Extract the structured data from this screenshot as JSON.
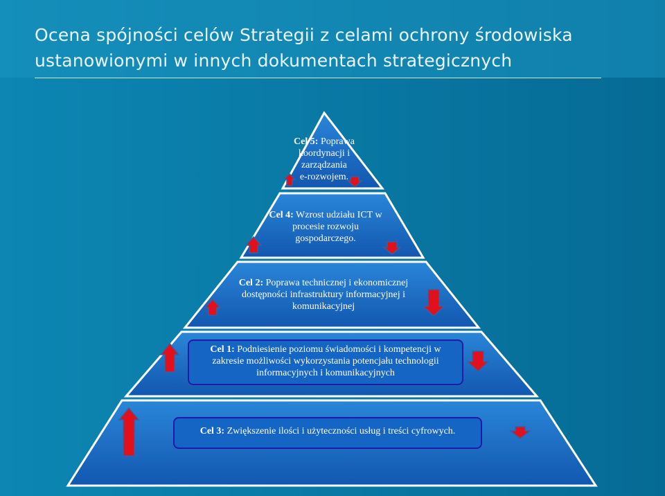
{
  "title": {
    "line1": "Ocena spójności celów Strategii z celami ochrony środowiska",
    "line2": "ustanowionymi w innych dokumentach strategicznych"
  },
  "levels": [
    {
      "label": "Cel 5:",
      "lines": [
        "Poprawa",
        "koordynacji i",
        "zarządzania",
        "e-rozwojem."
      ]
    },
    {
      "label": "Cel 4:",
      "lines": [
        "Wzrost udziału ICT w",
        "procesie rozwoju",
        "gospodarczego."
      ]
    },
    {
      "label": "Cel 2:",
      "lines": [
        "Poprawa technicznej i ekonomicznej",
        "dostępności infrastruktury informacyjnej i",
        "komunikacyjnej"
      ]
    },
    {
      "label": "Cel 1:",
      "lines": [
        "Podniesienie poziomu świadomości i kompetencji w",
        "zakresie możliwości wykorzystania potencjału technologii",
        "informacyjnych i komunikacyjnych"
      ]
    },
    {
      "label": "Cel 3:",
      "lines": [
        "Zwiększenie ilości i użyteczności usług i treści cyfrowych."
      ]
    }
  ],
  "colors": {
    "background": "#0a7aa6",
    "pyramid_fill": "#1a6fc8",
    "pyramid_outline": "#ffffff",
    "arrow_fill": "#e0111d",
    "box_border": "#1f1aa8"
  },
  "icons": {
    "up": "arrow-up-icon",
    "down": "arrow-down-icon"
  }
}
